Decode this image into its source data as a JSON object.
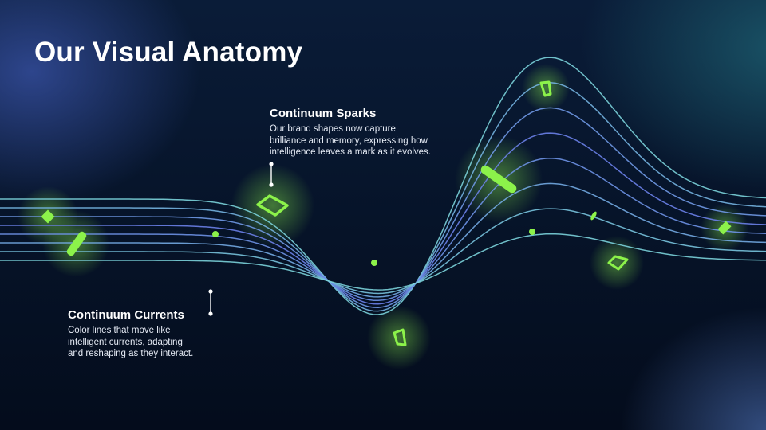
{
  "slide": {
    "title": "Our Visual Anatomy"
  },
  "callouts": {
    "sparks": {
      "heading": "Continuum Sparks",
      "lines": [
        "Our brand shapes now capture",
        "brilliance and memory, expressing how",
        "intelligence leaves a mark as it evolves."
      ]
    },
    "currents": {
      "heading": "Continuum Currents",
      "lines": [
        "Color lines that move like",
        "intelligent currents, adapting",
        "and reshaping as they interact."
      ]
    }
  },
  "colors": {
    "background": "#061226",
    "spark_green": "#8cf24a",
    "line_cyan": "#7fe8d6",
    "line_blue": "#6a7dea",
    "text": "#ffffff"
  },
  "icons": {
    "sparks_marker": "pin-line-dot",
    "currents_marker": "pin-line-dot"
  }
}
